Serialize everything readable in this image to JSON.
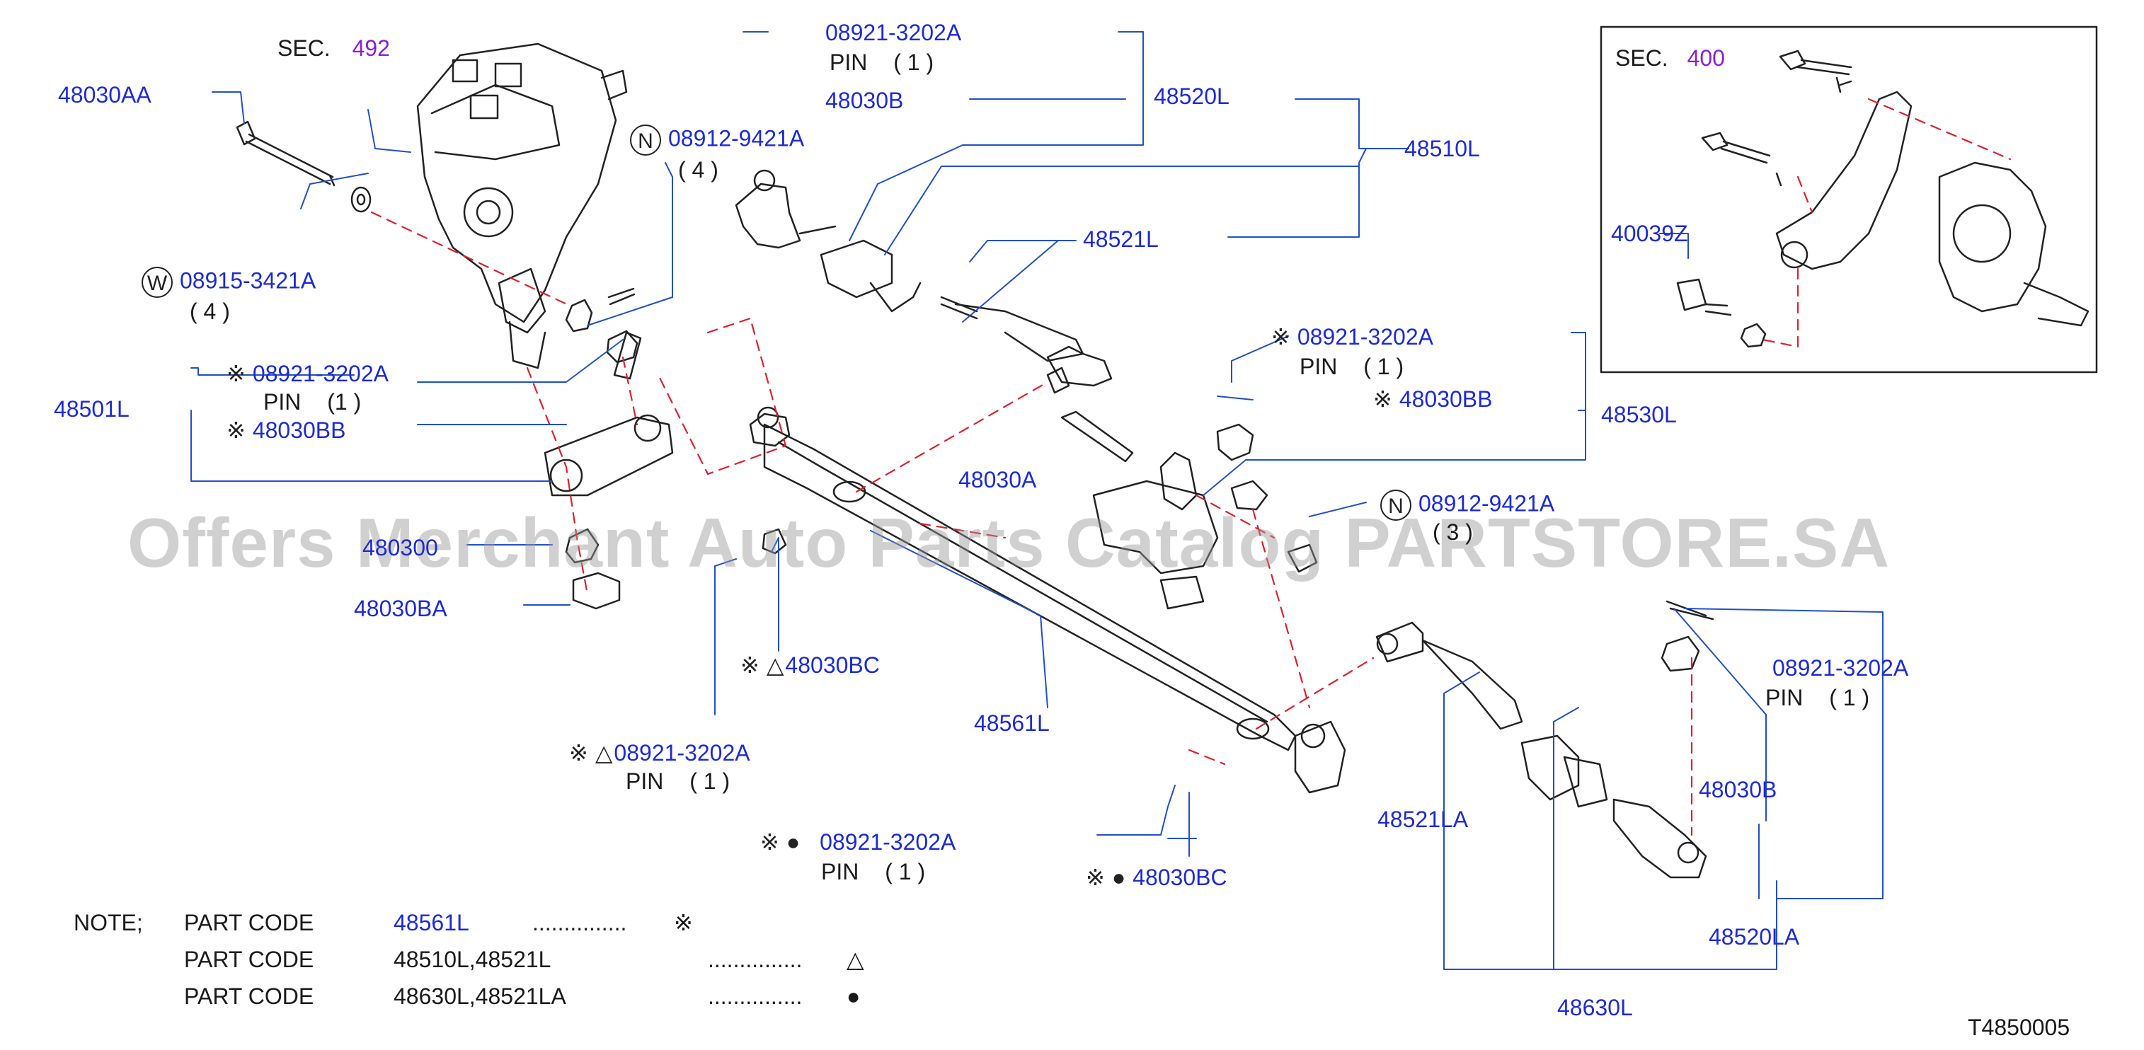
{
  "diagram": {
    "sec_label": "SEC.",
    "sec_main": "492",
    "sec_inset": "400",
    "parts": {
      "p_48030AA": "48030AA",
      "p_08912_9421A": "08912-9421A",
      "p_qty4_a": "( 4 )",
      "p_08915_3421A": "08915-3421A",
      "p_qty4_b": "( 4 )",
      "p_48501L": "48501L",
      "p_08921_3202A_1": "08921-3202A",
      "p_48030BB_1": "48030BB",
      "p_480300": "480300",
      "p_48030BA": "48030BA",
      "p_08921_3202A_top": "08921-3202A",
      "p_48030B_top": "48030B",
      "p_48520L": "48520L",
      "p_48510L": "48510L",
      "p_48521L": "48521L",
      "p_08921_3202A_mid": "08921-3202A",
      "p_48030BB_2": "48030BB",
      "p_48530L": "48530L",
      "p_48030A": "48030A",
      "p_08912_9421A_2": "08912-9421A",
      "p_qty3": "( 3 )",
      "p_48030BC_1": "48030BC",
      "p_08921_3202A_left": "08921-3202A",
      "p_48561L": "48561L",
      "p_08921_3202A_low": "08921-3202A",
      "p_48030BC_2": "48030BC",
      "p_08921_3202A_right": "08921-3202A",
      "p_48521LA": "48521LA",
      "p_48030B_right": "48030B",
      "p_48520LA": "48520LA",
      "p_48630L": "48630L",
      "p_40039Z": "40039Z"
    },
    "pin": "PIN",
    "pin_qty_1a": "(1 )",
    "pin_qty": "( 1 )",
    "mark_n": "N",
    "mark_w": "W",
    "mark_ref": "※",
    "mark_tri": "△",
    "mark_dot": "●",
    "note": {
      "label": "NOTE;",
      "rows": [
        {
          "pc": "PART CODE",
          "codes": "48561L",
          "dots": "...............",
          "sym": "※"
        },
        {
          "pc": "PART CODE",
          "codes": "48510L,48521L",
          "dots": "...............",
          "sym": "△"
        },
        {
          "pc": "PART CODE",
          "codes": "48630L,48521LA",
          "dots": "...............",
          "sym": "●"
        }
      ]
    },
    "figure_id": "T4850005",
    "watermark": "Offers Merchant Auto Parts Catalog PARTSTORE.SA"
  }
}
